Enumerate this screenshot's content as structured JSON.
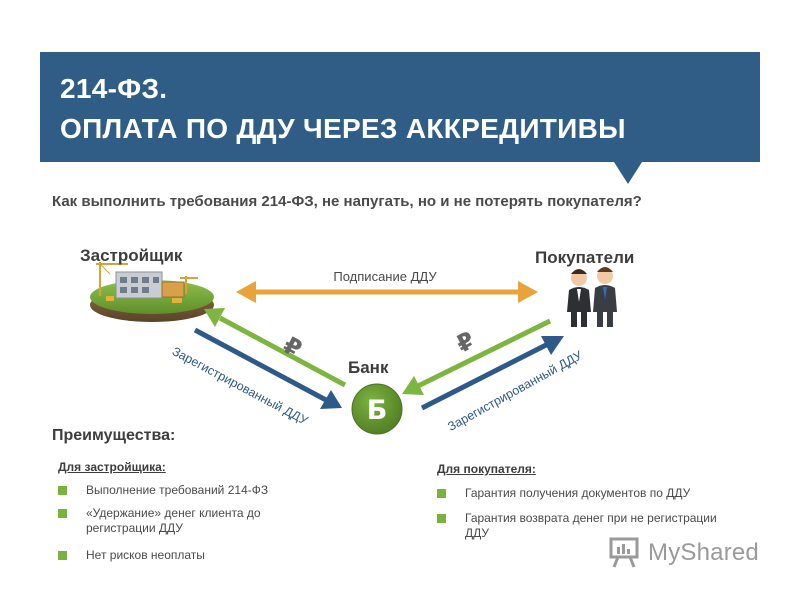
{
  "header": {
    "title_line1": "214-ФЗ.",
    "title_line2": "ОПЛАТА ПО ДДУ ЧЕРЕЗ АККРЕДИТИВЫ",
    "background": "#2f5d86"
  },
  "subtitle": "Как выполнить требования 214-ФЗ, не напугать, но и не потерять покупателя?",
  "diagram": {
    "developer_label": "Застройщик",
    "buyers_label": "Покупатели",
    "bank_label": "Банк",
    "bank_symbol": "Ƃ",
    "signing_label": "Подписание ДДУ",
    "registered_left": "Зарегистрированный ДДУ",
    "registered_right": "Зарегистрированный ДДУ",
    "currency_symbol": "₽",
    "colors": {
      "signing_arrow": "#e8a33a",
      "money_arrow": "#7cb540",
      "registered_arrow": "#2d5a88",
      "bank_circle": "#5f8f2a"
    }
  },
  "advantages": {
    "title": "Преимущества:",
    "developer": {
      "heading": "Для застройщика",
      "items": [
        "Выполнение требований 214-ФЗ",
        "«Удержание» денег клиента до регистрации ДДУ",
        "Нет рисков неоплаты"
      ]
    },
    "buyer": {
      "heading": "Для покупателя",
      "items": [
        "Гарантия получения документов по ДДУ",
        "Гарантия возврата денег при не регистрации ДДУ"
      ]
    }
  },
  "watermark": {
    "text": "MyShared",
    "icon": "presentation-board-icon"
  }
}
